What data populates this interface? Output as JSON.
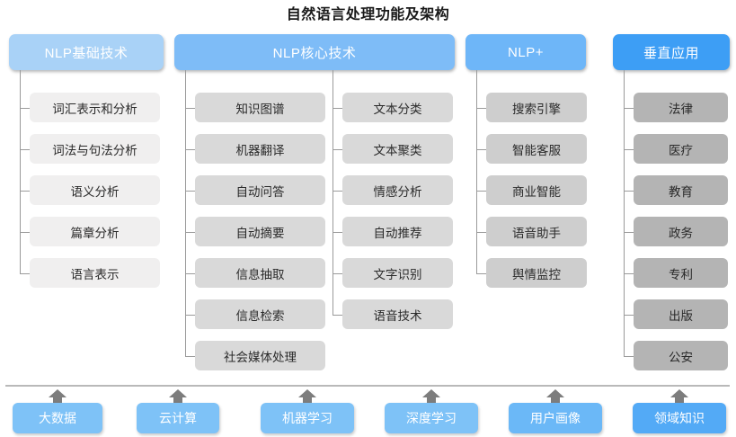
{
  "title": "自然语言处理功能及架构",
  "colors": {
    "header_basic": "#a9d2f7",
    "header_core": "#7ebcf7",
    "header_plus": "#6eb6f8",
    "header_vertical": "#3d9ef5",
    "box_basic": "#f0efef",
    "box_core": "#d9d9d9",
    "box_plus": "#cecece",
    "box_vertical": "#b4b4b4",
    "connector": "#9a9a9a",
    "arrow": "#7d7d7d",
    "bottom_pill": "#7ec2f7",
    "bottom_pill_last": "#53aaf6",
    "divider": "#b9b9b9"
  },
  "columns": [
    {
      "id": "nlp-basic",
      "header": "NLP基础技术",
      "header_color_key": "header_basic",
      "box_tone": "tone-a",
      "groups": [
        {
          "items": [
            "词汇表示和分析",
            "词法与句法分析",
            "语义分析",
            "篇章分析",
            "语言表示"
          ]
        }
      ]
    },
    {
      "id": "nlp-core",
      "header": "NLP核心技术",
      "header_color_key": "header_core",
      "box_tone": "tone-b",
      "groups": [
        {
          "items": [
            "知识图谱",
            "机器翻译",
            "自动问答",
            "自动摘要",
            "信息抽取",
            "信息检索",
            "社会媒体处理"
          ]
        },
        {
          "items": [
            "文本分类",
            "文本聚类",
            "情感分析",
            "自动推荐",
            "文字识别",
            "语音技术"
          ]
        }
      ]
    },
    {
      "id": "nlp-plus",
      "header": "NLP+",
      "header_color_key": "header_plus",
      "box_tone": "tone-c",
      "groups": [
        {
          "items": [
            "搜索引擎",
            "智能客服",
            "商业智能",
            "语音助手",
            "舆情监控"
          ]
        }
      ]
    },
    {
      "id": "vertical-app",
      "header": "垂直应用",
      "header_color_key": "header_vertical",
      "box_tone": "tone-d",
      "groups": [
        {
          "items": [
            "法律",
            "医疗",
            "教育",
            "政务",
            "专利",
            "出版",
            "公安"
          ]
        }
      ]
    }
  ],
  "foundations": [
    {
      "label": "大数据",
      "accent": "#7ec2f7"
    },
    {
      "label": "云计算",
      "accent": "#7ec2f7"
    },
    {
      "label": "机器学习",
      "accent": "#7ec2f7"
    },
    {
      "label": "深度学习",
      "accent": "#7ec2f7"
    },
    {
      "label": "用户画像",
      "accent": "#6bb8f7"
    },
    {
      "label": "领域知识",
      "accent": "#53aaf6"
    }
  ]
}
